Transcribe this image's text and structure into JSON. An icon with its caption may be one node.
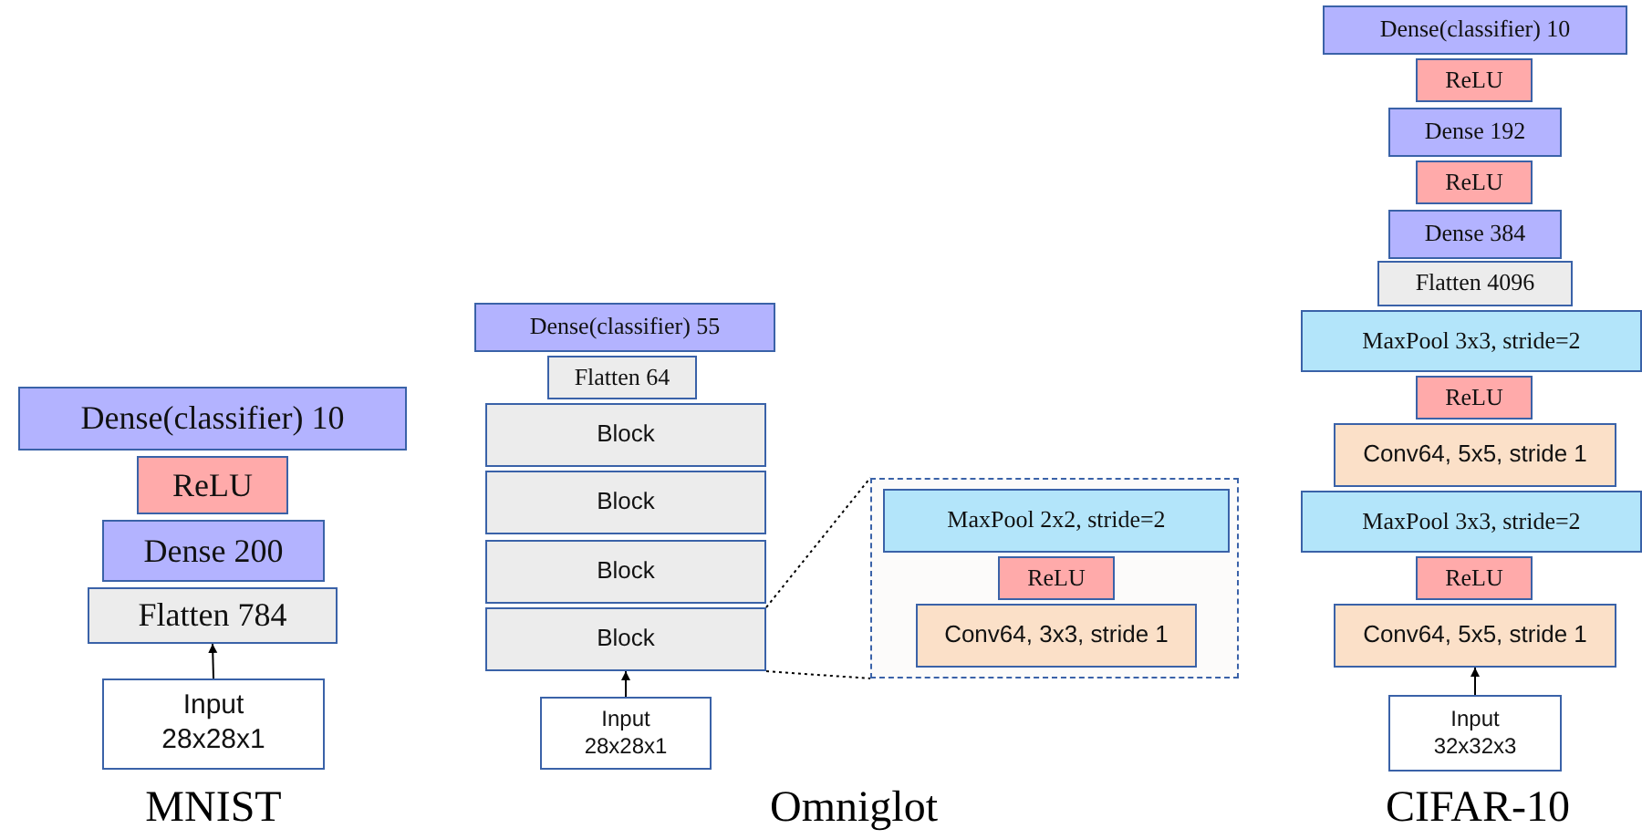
{
  "diagram": {
    "nodes": [
      {
        "text": [
          "Dense(classifier) 10"
        ]
      },
      {
        "text": [
          "ReLU"
        ]
      },
      {
        "text": [
          "Dense 200"
        ]
      },
      {
        "text": [
          "Flatten 784"
        ]
      },
      {
        "text": [
          "Input",
          "28x28x1"
        ]
      },
      {
        "text": [
          "Dense(classifier) 55"
        ]
      },
      {
        "text": [
          "Flatten 64"
        ]
      },
      {
        "text": [
          "Block"
        ]
      },
      {
        "text": [
          "Block"
        ]
      },
      {
        "text": [
          "Block"
        ]
      },
      {
        "text": [
          "Block"
        ]
      },
      {
        "text": [
          "Input",
          "28x28x1"
        ]
      },
      {
        "text": [],
        "shape": "box"
      },
      {
        "text": [
          "MaxPool 2x2, stride=2"
        ],
        "in": 12
      },
      {
        "text": [
          "ReLU"
        ],
        "in": 12
      },
      {
        "text": [
          "Conv64, 3x3, stride 1"
        ],
        "in": 12
      },
      {
        "text": [
          "Dense(classifier) 10"
        ]
      },
      {
        "text": [
          "ReLU"
        ]
      },
      {
        "text": [
          "Dense 192"
        ]
      },
      {
        "text": [
          "ReLU"
        ]
      },
      {
        "text": [
          "Dense 384"
        ]
      },
      {
        "text": [
          "Flatten 4096"
        ]
      },
      {
        "text": [
          "MaxPool 3x3, stride=2"
        ]
      },
      {
        "text": [
          "ReLU"
        ]
      },
      {
        "text": [
          "Conv64, 5x5, stride 1"
        ]
      },
      {
        "text": [
          "MaxPool 3x3, stride=2"
        ]
      },
      {
        "text": [
          "ReLU"
        ]
      },
      {
        "text": [
          "Conv64, 5x5, stride 1"
        ]
      },
      {
        "text": [
          "Input",
          "32x32x3"
        ]
      }
    ],
    "edges": [
      {
        "from": 4,
        "to": 3,
        "arrow": "to"
      },
      {
        "from": 11,
        "to": 10,
        "arrow": "to"
      },
      {
        "from": 10,
        "to": 12,
        "arrow": "none",
        "style": "dashed"
      },
      {
        "from": 10,
        "to": 12,
        "arrow": "none",
        "style": "dashed"
      },
      {
        "from": 28,
        "to": 27,
        "arrow": "to"
      }
    ],
    "labels": [
      "MNIST",
      "Omniglot",
      "CIFAR-10"
    ]
  }
}
